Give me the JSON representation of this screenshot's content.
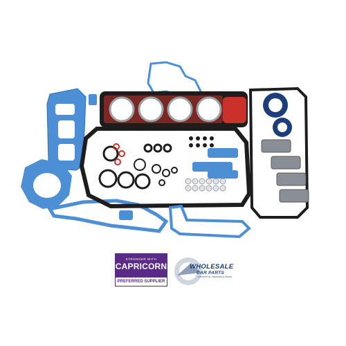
{
  "product": {
    "description": "full engine gasket kit photo",
    "gasket_blue": "#4d8fd4",
    "gasket_black": "#1d1d1d",
    "head_gasket_red": "#c8322a"
  },
  "logos": {
    "capricorn": {
      "top_text": "STRONGER WITH",
      "brand": "CAPRICORN",
      "bottom_text": "PREFERRED SUPPLIER",
      "color": "#5a2b86"
    },
    "wholesale": {
      "line1": "WHOLESALE",
      "line2": "CAR PARTS",
      "tagline": "AUTOMOTIVE • WHOLESALE ONLINE",
      "color": "#1d3e7a"
    }
  }
}
